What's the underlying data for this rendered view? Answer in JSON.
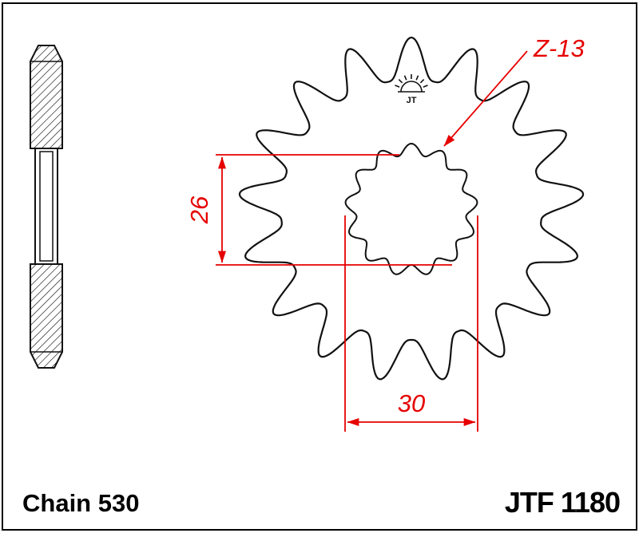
{
  "colors": {
    "ink": "#111111",
    "dimension_red": "#e60000"
  },
  "footer": {
    "chain_label": "Chain 530",
    "part_number": "JTF 1180"
  },
  "annotations": {
    "spline_callout": "Z-13",
    "dim_inner_minor": "26",
    "dim_inner_major": "30",
    "logo_mark": "JT"
  }
}
